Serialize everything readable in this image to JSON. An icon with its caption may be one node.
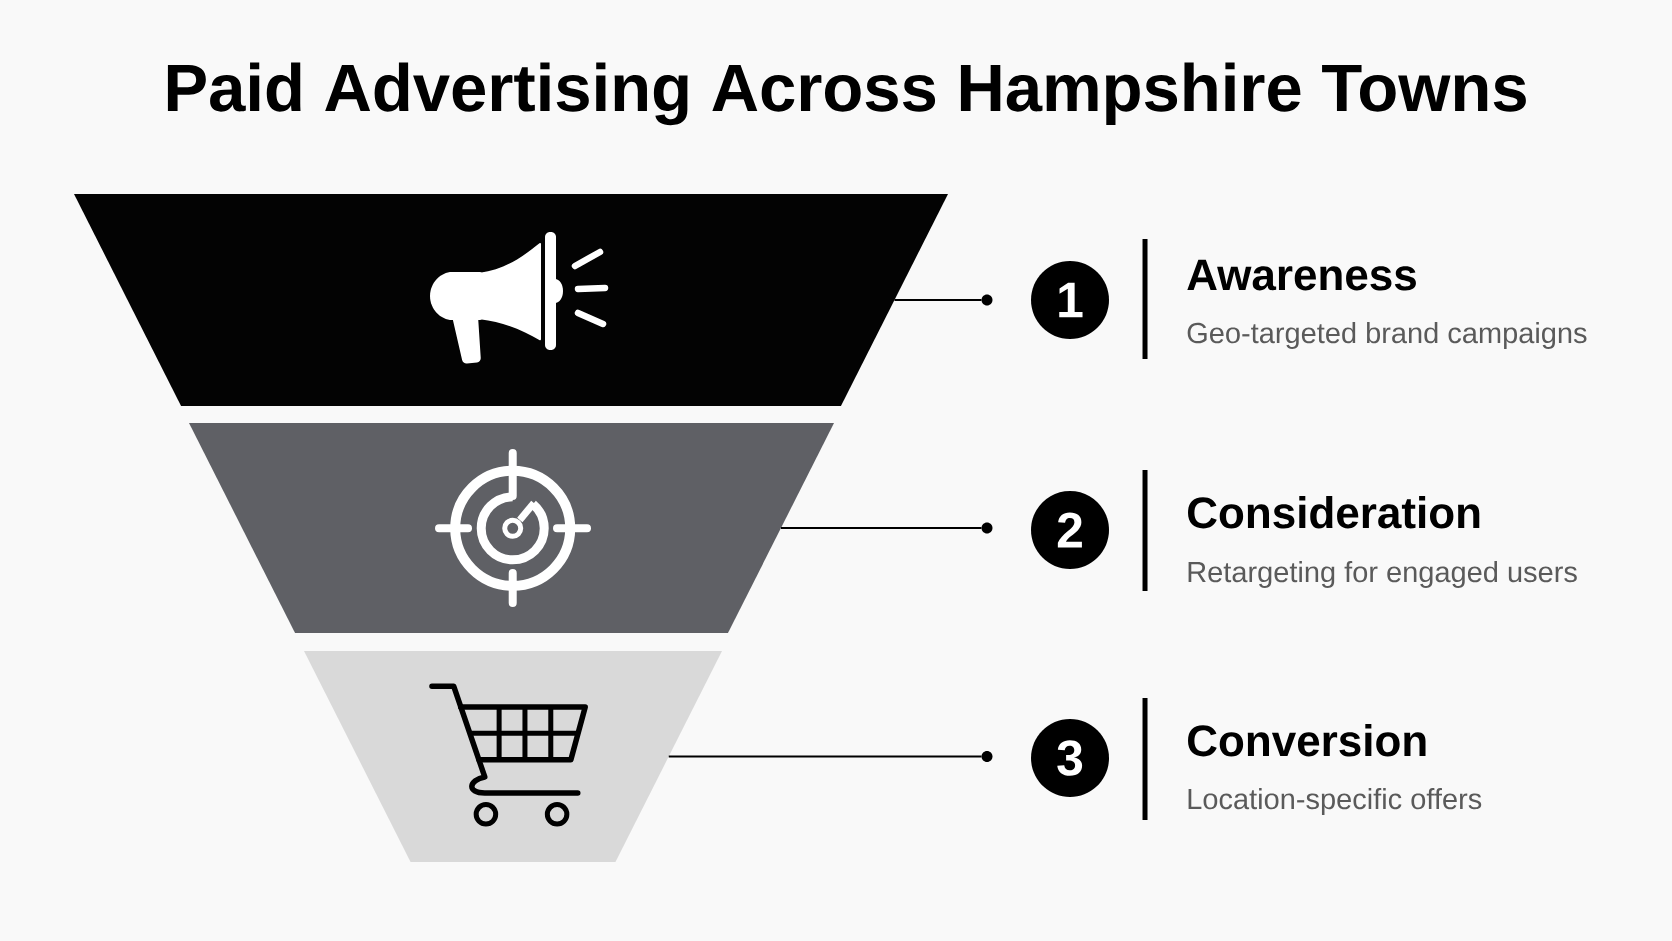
{
  "diagram": {
    "title": "Paid Advertising Across Hampshire Towns",
    "nodes": [
      {
        "text": [],
        "shape": "trapezoid"
      },
      {
        "text": [],
        "shape": "circle"
      },
      {
        "text": [
          "1"
        ],
        "beside": [
          "Awareness",
          "Geo-targeted brand campaigns"
        ]
      },
      {
        "text": [],
        "shape": "trapezoid"
      },
      {
        "text": [],
        "shape": "circle"
      },
      {
        "text": [
          "2"
        ],
        "beside": [
          "Consideration",
          "Retargeting for engaged users"
        ]
      },
      {
        "text": [],
        "shape": "trapezoid"
      },
      {
        "text": [],
        "shape": "circle"
      },
      {
        "text": [
          "3"
        ],
        "beside": [
          "Conversion",
          "Location-specific offers"
        ]
      }
    ],
    "edges": [
      {
        "from": 0,
        "to": 1,
        "arrow": "none"
      },
      {
        "from": 3,
        "to": 4,
        "arrow": "none"
      },
      {
        "from": 6,
        "to": 7,
        "arrow": "none"
      }
    ]
  }
}
